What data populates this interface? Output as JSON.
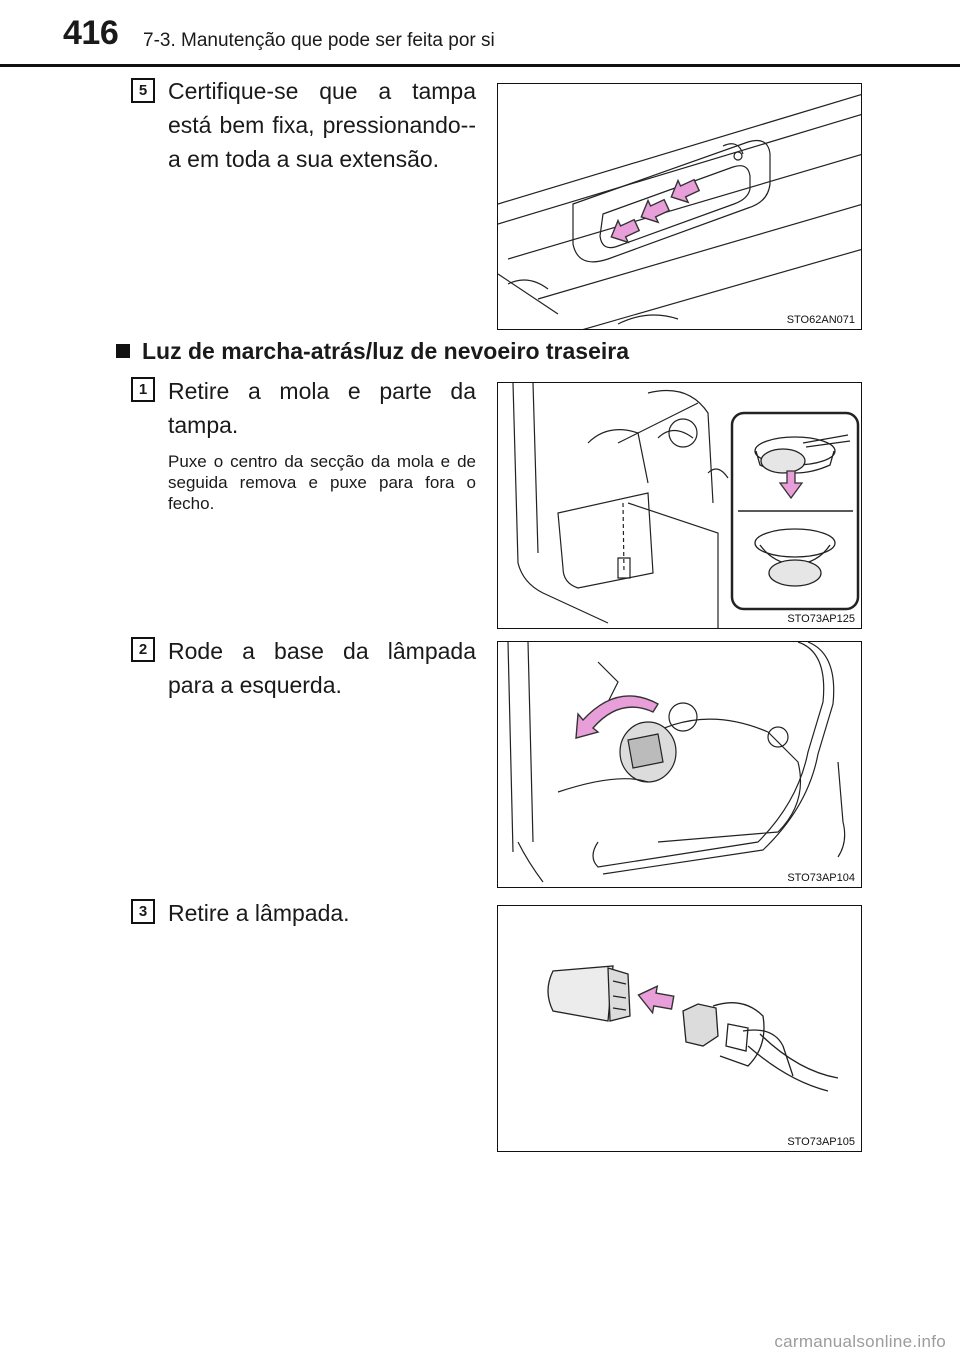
{
  "header": {
    "page_number": "416",
    "section_title": "7-3. Manutenção que pode ser feita por si"
  },
  "steps_top": {
    "badge": "5",
    "text": "Certifique-se que a tampa está bem fixa, pressionando--a em toda a sua extensão.",
    "figure_code": "STO62AN071"
  },
  "section": {
    "title": "Luz de marcha-atrás/luz de nevoeiro traseira"
  },
  "steps": [
    {
      "badge": "1",
      "text": "Retire a mola e parte da tampa.",
      "subtext": "Puxe o centro da secção da mola e de seguida remova e puxe para fora o fecho.",
      "figure_code": "STO73AP125"
    },
    {
      "badge": "2",
      "text": "Rode a base da lâmpada para a esquerda.",
      "figure_code": "STO73AP104"
    },
    {
      "badge": "3",
      "text": "Retire a lâmpada.",
      "figure_code": "STO73AP105"
    }
  ],
  "footer": {
    "watermark": "carmanualsonline.info"
  },
  "colors": {
    "arrow_pink": "#e89fd9",
    "arrow_outline": "#333333"
  }
}
